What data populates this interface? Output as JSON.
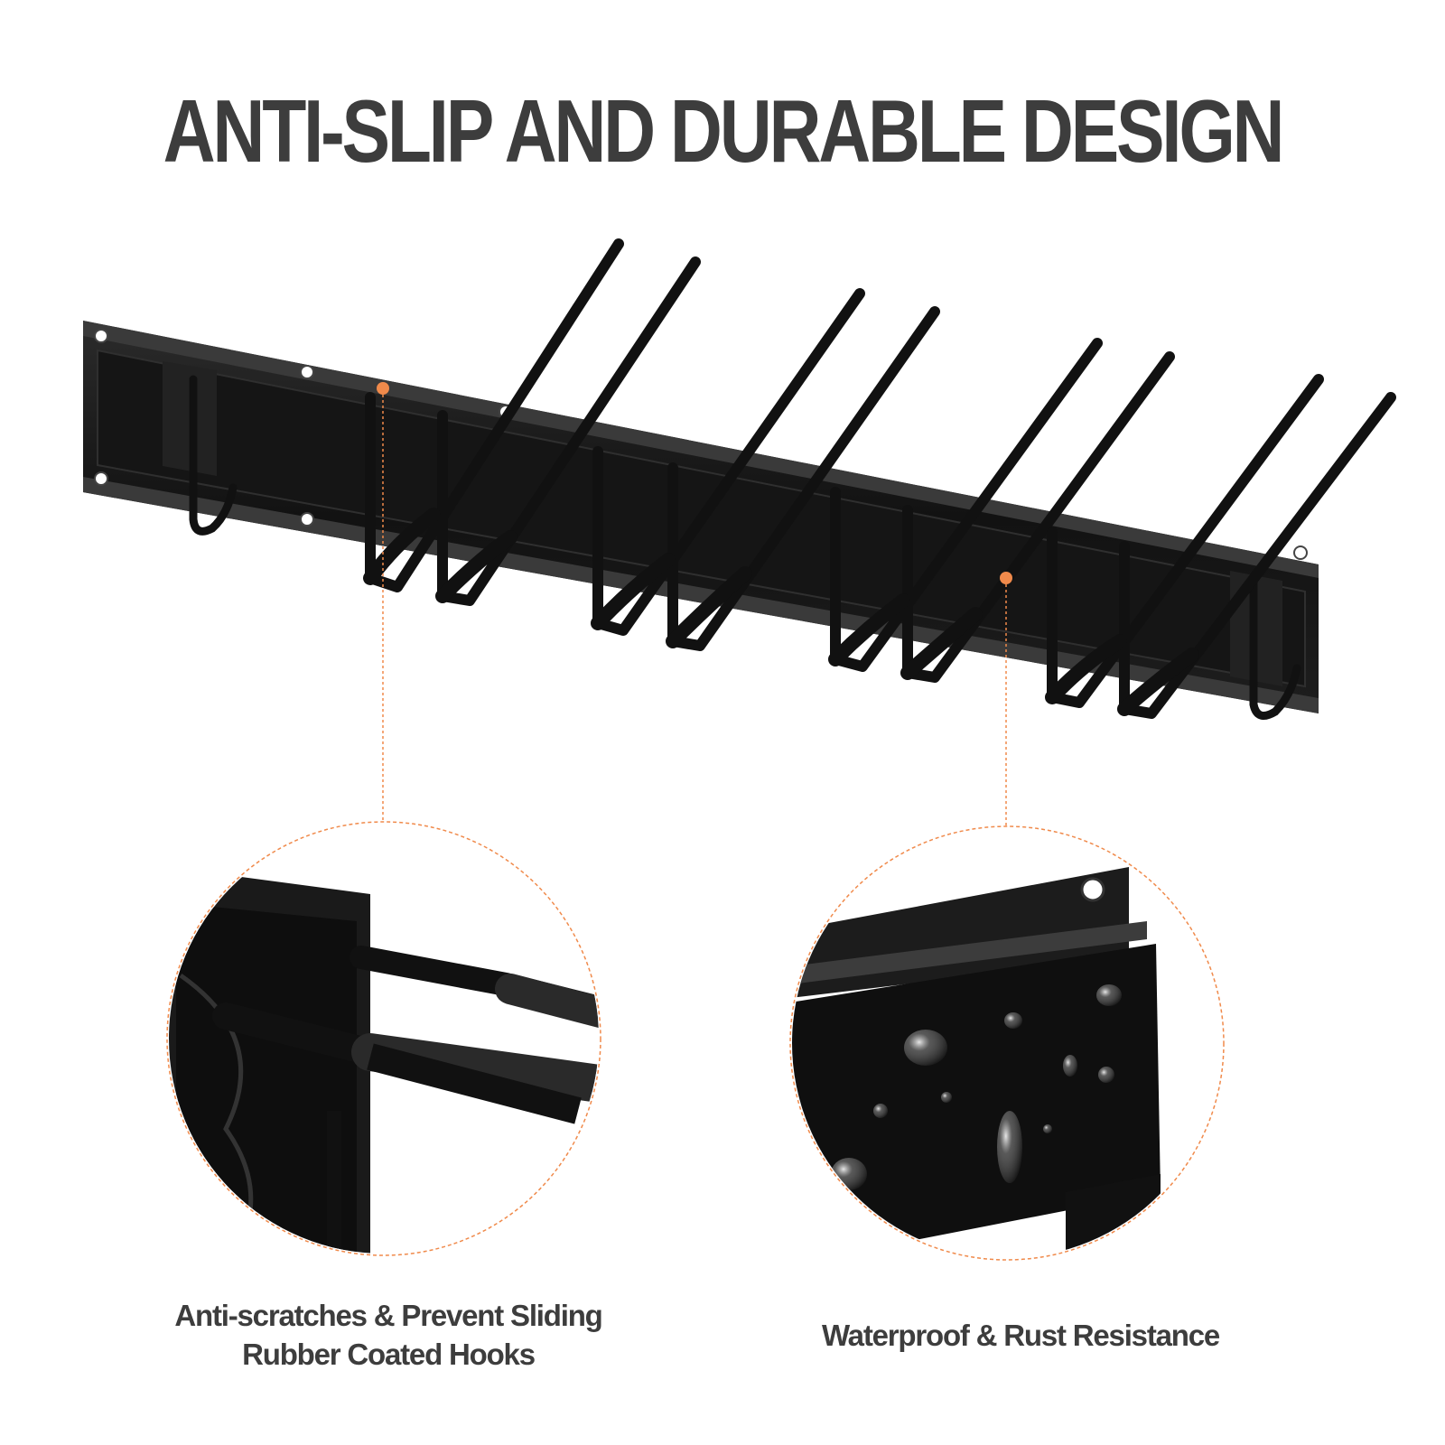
{
  "headline": "ANTI-SLIP AND DURABLE DESIGN",
  "features": [
    {
      "lines": [
        "Anti-scratches & Prevent Sliding",
        "Rubber Coated Hooks"
      ]
    },
    {
      "lines": [
        "Waterproof & Rust Resistance"
      ]
    }
  ],
  "colors": {
    "text": "#3d3d3d",
    "accent": "#f08a4b",
    "product": "#141414"
  }
}
